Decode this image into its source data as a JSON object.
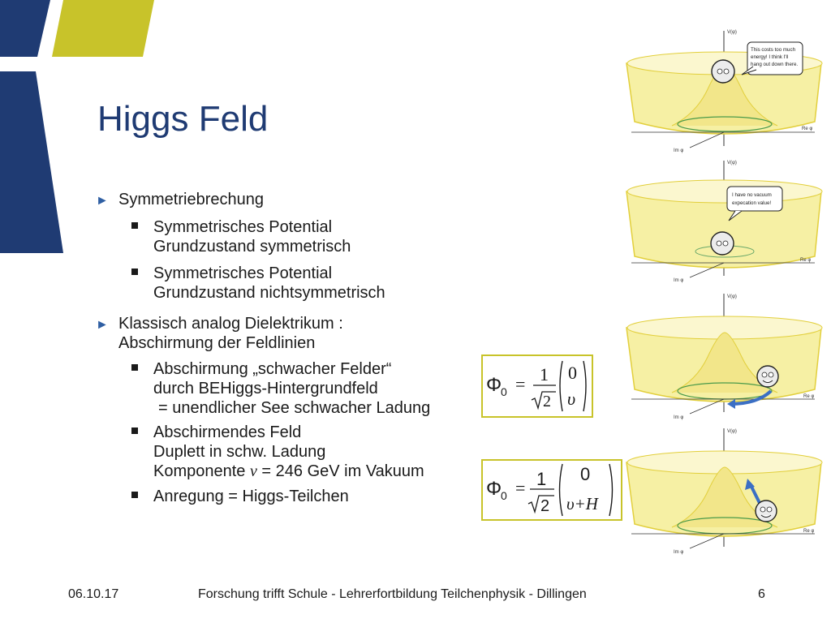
{
  "title": "Higgs Feld",
  "bullets": {
    "b1": {
      "text": "Symmetriebrechung"
    },
    "b1_1": {
      "line1": "Symmetrisches Potential",
      "line2": "Grundzustand symmetrisch"
    },
    "b1_2": {
      "line1": "Symmetrisches Potential",
      "line2": "Grundzustand nichtsymmetrisch"
    },
    "b2": {
      "line1": "Klassisch analog Dielektrikum :",
      "line2": "Abschirmung der Feldlinien"
    },
    "b2_1": {
      "line1": "Abschirmung „schwacher Felder“",
      "line2": "durch BEHiggs-Hintergrundfeld",
      "line3": "= unendlicher See schwacher Ladung"
    },
    "b2_2": {
      "line1": "Abschirmendes Feld",
      "line2": "Duplett in schw. Ladung",
      "line3_pre": "Komponente ",
      "line3_var": "v",
      "line3_post": " = 246 GeV im Vakuum"
    },
    "b2_3": {
      "text": "Anregung = Higgs-Teilchen"
    }
  },
  "formula1": {
    "lhs": "Φ",
    "sub": "0",
    "eq": "=",
    "num": "1",
    "den": "2",
    "top": "0",
    "bottom": "υ"
  },
  "formula2": {
    "lhs": "Φ",
    "sub": "0",
    "eq": "=",
    "num": "1",
    "den": "2",
    "top": "0",
    "bottom": "υ+H"
  },
  "figures": {
    "fig1": {
      "ylabel": "V(φ)",
      "re": "Re φ",
      "im": "Im φ",
      "bubble": [
        "This costs too much",
        "energy! I think I'll",
        "hang out down there."
      ]
    },
    "fig2": {
      "ylabel": "V(φ)",
      "re": "Re φ",
      "im": "Im φ",
      "bubble": [
        "I have no vacuum",
        "expecation value!"
      ]
    },
    "fig3": {
      "ylabel": "V(φ)",
      "re": "Re φ",
      "im": "Im φ"
    },
    "fig4": {
      "ylabel": "V(φ)",
      "re": "Re φ",
      "im": "Im φ"
    }
  },
  "footer": {
    "date": "06.10.17",
    "center": "Forschung trifft Schule - Lehrerfortbildung Teilchenphysik - Dillingen",
    "page": "6"
  },
  "colors": {
    "navy": "#1f3b73",
    "olive": "#c8c32a",
    "bowl": "#f6f0a4",
    "bowl_edge": "#e2cf3c",
    "arrow": "#3b6fc4"
  }
}
